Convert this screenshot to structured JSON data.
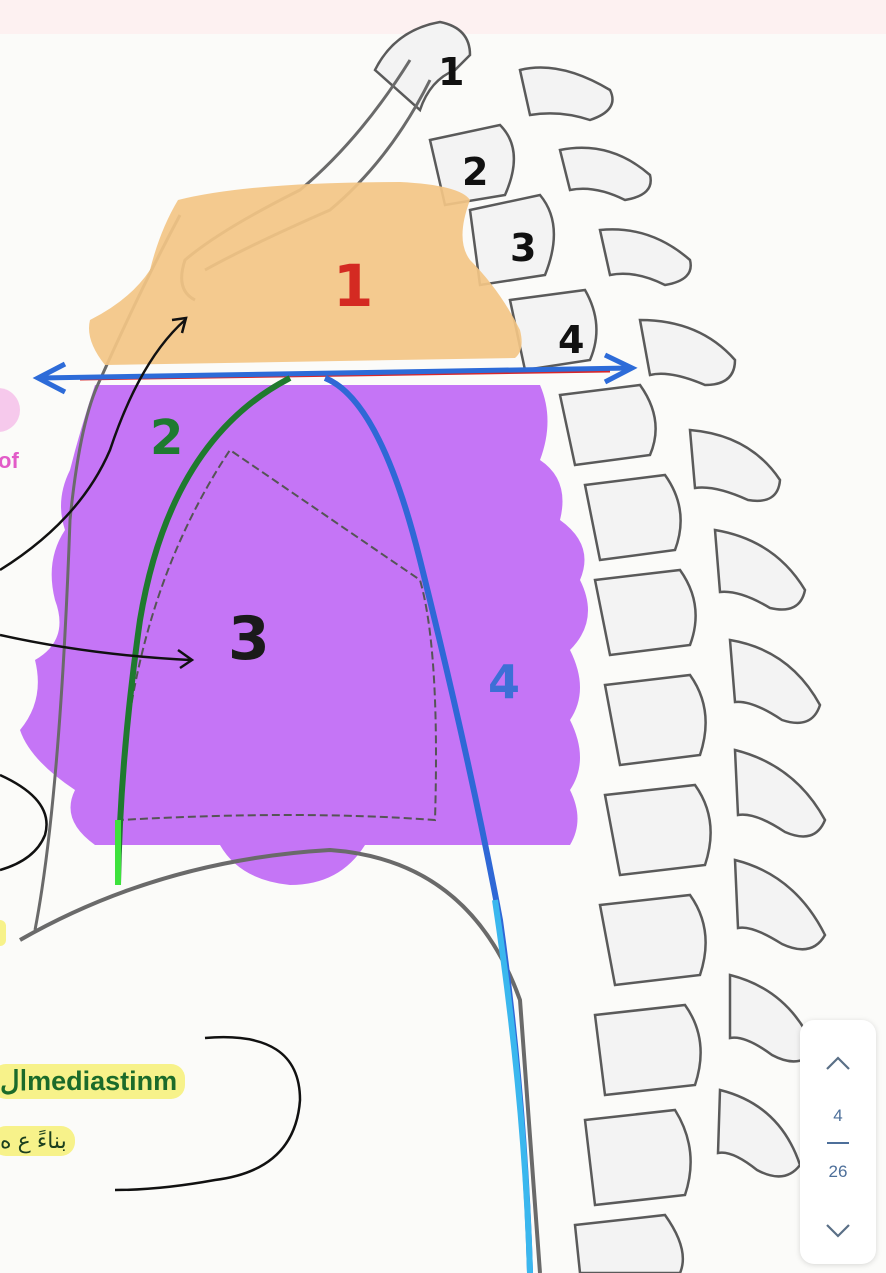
{
  "figure": {
    "region_labels": [
      {
        "text": "1",
        "color": "#d42a22"
      },
      {
        "text": "2",
        "color": "#1e7a30"
      },
      {
        "text": "3",
        "color": "#1a1a1a"
      },
      {
        "text": "4",
        "color": "#3d6fd6"
      }
    ],
    "vertebra_labels": [
      "1",
      "2",
      "3",
      "4"
    ],
    "partial_text_pink": "of",
    "note_line_1": "الmediastinm",
    "note_line_2": "بناءً ع ه"
  },
  "pager": {
    "current": "4",
    "total": "26"
  },
  "colors": {
    "superior_region": "#f3c586",
    "inferior_region": "#c26ef5",
    "plane_red": "#d8272a",
    "plane_blue": "#2d6bd8",
    "anterior_line": "#1f7a2e",
    "posterior_line": "#2f68d6",
    "highlight": "#f7f28a",
    "accent": "#4d6f9a"
  }
}
